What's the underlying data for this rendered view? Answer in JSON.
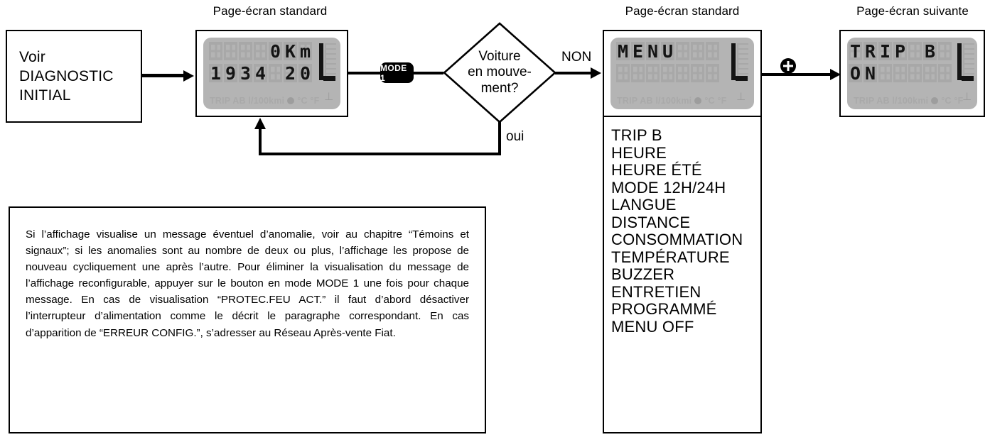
{
  "captions": {
    "standard_left": "Page-écran standard",
    "standard_right": "Page-écran standard",
    "next": "Page-écran suivante"
  },
  "start_box": {
    "line1": "Voir",
    "line2": "DIAGNOSTIC",
    "line3": "INITIAL"
  },
  "lcd_standard": {
    "row1_cells": [
      "",
      "",
      "",
      "",
      "0",
      "K",
      "m"
    ],
    "row2_cells": [
      "1",
      "9",
      "3",
      "4",
      "",
      "2",
      "0"
    ],
    "footer": "TRIP AB l/100kmi",
    "footer_units": "°C °F",
    "bargraph_label": "fuel-bargraph"
  },
  "lcd_menu": {
    "row1_cells": [
      "M",
      "E",
      "N",
      "U",
      "",
      "",
      ""
    ],
    "row2_cells": [
      "",
      "",
      "",
      "",
      "",
      "",
      ""
    ],
    "footer": "TRIP AB l/100kmi",
    "footer_units": "°C °F"
  },
  "lcd_trip": {
    "row1_cells": [
      "T",
      "R",
      "I",
      "P",
      "",
      "B",
      ""
    ],
    "row2_cells": [
      "O",
      "N",
      "",
      "",
      "",
      "",
      ""
    ],
    "footer": "TRIP AB l/100kmi",
    "footer_units": "°C °F"
  },
  "mode_button": {
    "label": "MODE 1"
  },
  "plus_button": {
    "label": "+"
  },
  "decision": {
    "line1": "Voiture",
    "line2": "en mouve-",
    "line3": "ment?",
    "branch_no": "NON",
    "branch_yes": "oui"
  },
  "note": {
    "text": "Si l’affichage visualise un message éventuel d’anomalie, voir au chapitre “Témoins et signaux”; si les anomalies sont au nombre de deux ou plus, l’affichage les propose de nouveau cycliquement une après l’autre. Pour éliminer la visualisation du message de l’affichage reconfigurable, appuyer sur le bouton en mode MODE 1 une fois pour chaque message. En cas de visualisation “PROTEC.FEU ACT.” il faut d’abord désactiver l’interrupteur d’alimentation comme le décrit le paragraphe correspondant. En cas d’apparition de “ERREUR CONFIG.”, s’adresser au Réseau Après-vente Fiat."
  },
  "menu_list": {
    "items": [
      "TRIP B",
      "HEURE",
      "HEURE ÉTÉ",
      "MODE 12H/24H",
      "LANGUE",
      "DISTANCE",
      "CONSOMMATION",
      "TEMPÉRATURE",
      "BUZZER",
      "ENTRETIEN",
      "PROGRAMMÉ",
      "MENU OFF"
    ]
  },
  "colors": {
    "lcd_background": "#b4b4b4",
    "lcd_ghost": "#a8a8a8",
    "lcd_lit": "#141414",
    "stroke": "#000000",
    "page": "#ffffff"
  }
}
